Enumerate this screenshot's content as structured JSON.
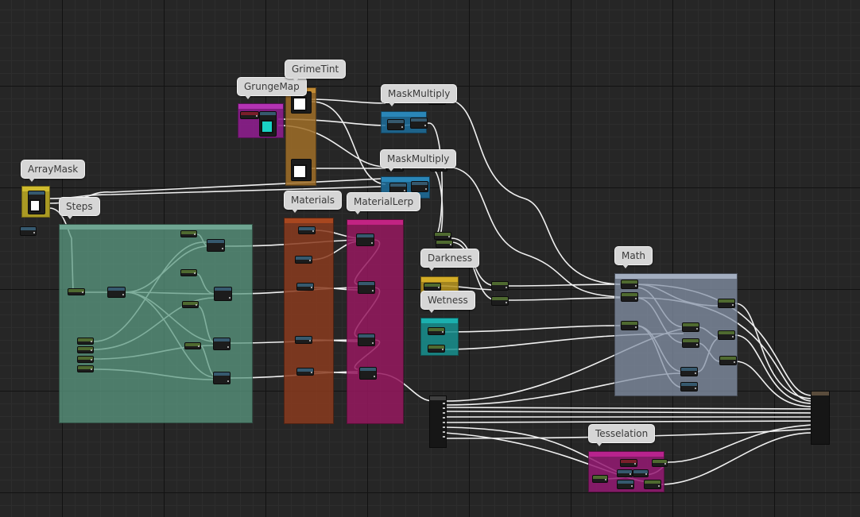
{
  "labels": {
    "arraymask": "ArrayMask",
    "steps": "Steps",
    "grungemap": "GrungeMap",
    "grimetint": "GrimeTint",
    "maskmultiply_1": "MaskMultiply",
    "maskmultiply_2": "MaskMultiply",
    "materials": "Materials",
    "materiallerp": "MaterialLerp",
    "darkness": "Darkness",
    "wetness": "Wetness",
    "math": "Math",
    "tesselation": "Tesselation"
  },
  "colors": {
    "background": "#262626",
    "steps": "#4f8a78",
    "grunge": "#8b1f8b",
    "grime": "#a9742a",
    "maskmultiply": "#1d6f9c",
    "materials": "#8a3b1e",
    "materiallerp": "#9b1a63",
    "darkness": "#b89520",
    "wetness": "#17908f",
    "math": "#8693a8",
    "tesselation": "#951a73",
    "arraymask": "#b8a624",
    "wire": "#f0f0f0"
  },
  "icons": {
    "texture": "texture-sample-icon",
    "output": "material-output-icon"
  }
}
